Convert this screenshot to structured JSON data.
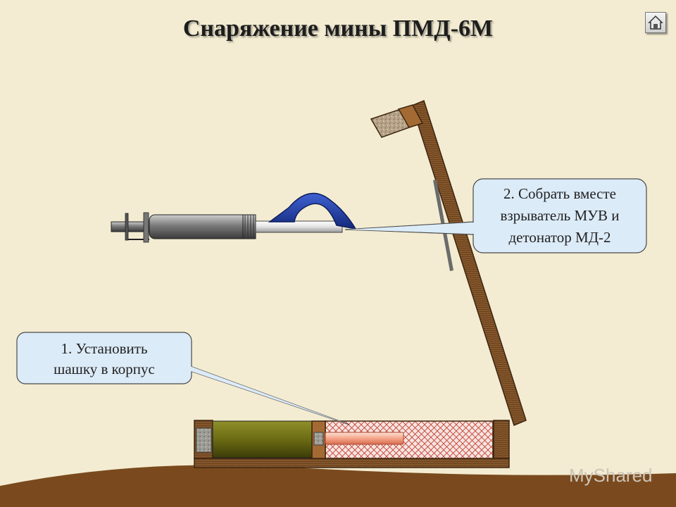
{
  "title": "Снаряжение мины ПМД-6М",
  "home_button": {
    "icon": "home-icon"
  },
  "callouts": [
    {
      "id": "step-1",
      "lines": [
        "1. Установить",
        "шашку в корпус"
      ]
    },
    {
      "id": "step-2",
      "lines": [
        "2. Собрать вместе",
        "взрыватель МУВ и",
        "детонатор МД-2"
      ]
    }
  ],
  "watermark": "MyShared",
  "colors": {
    "background": "#f3ecd2",
    "wood": "#8a5a2e",
    "explosive_charge": "#6b6b14",
    "detonator_tube": "#f4a58a",
    "fuse_body": "#6c6c6c",
    "callout_fill": "#dcebf8",
    "arrow": "#1f3fa3"
  }
}
